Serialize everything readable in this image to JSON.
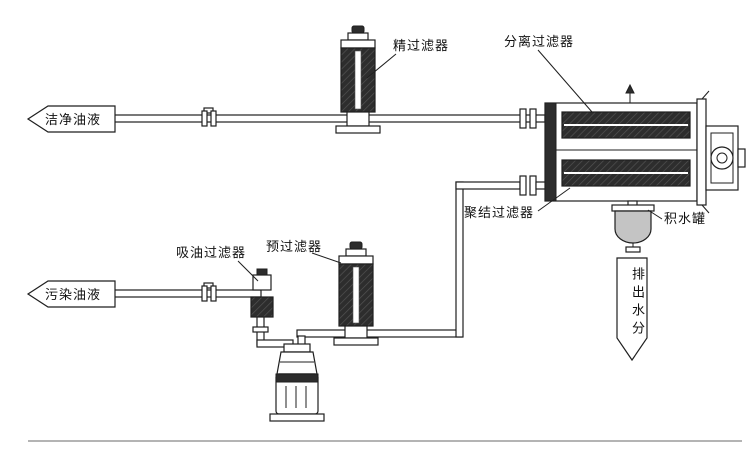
{
  "labels": {
    "clean_oil": "洁净油液",
    "contaminated_oil": "污染油液",
    "fine_filter": "精过滤器",
    "separation_filter": "分离过滤器",
    "coalescing_filter": "聚结过滤器",
    "water_tank": "积水罐",
    "drain_water": "排出水分",
    "suction_filter": "吸油过滤器",
    "pre_filter": "预过滤器"
  },
  "colors": {
    "line": "#1f1f1f",
    "dark": "#2d2d2d",
    "tank": "#c4c4c4",
    "ground": "#9b9b9b",
    "background": "#ffffff"
  }
}
